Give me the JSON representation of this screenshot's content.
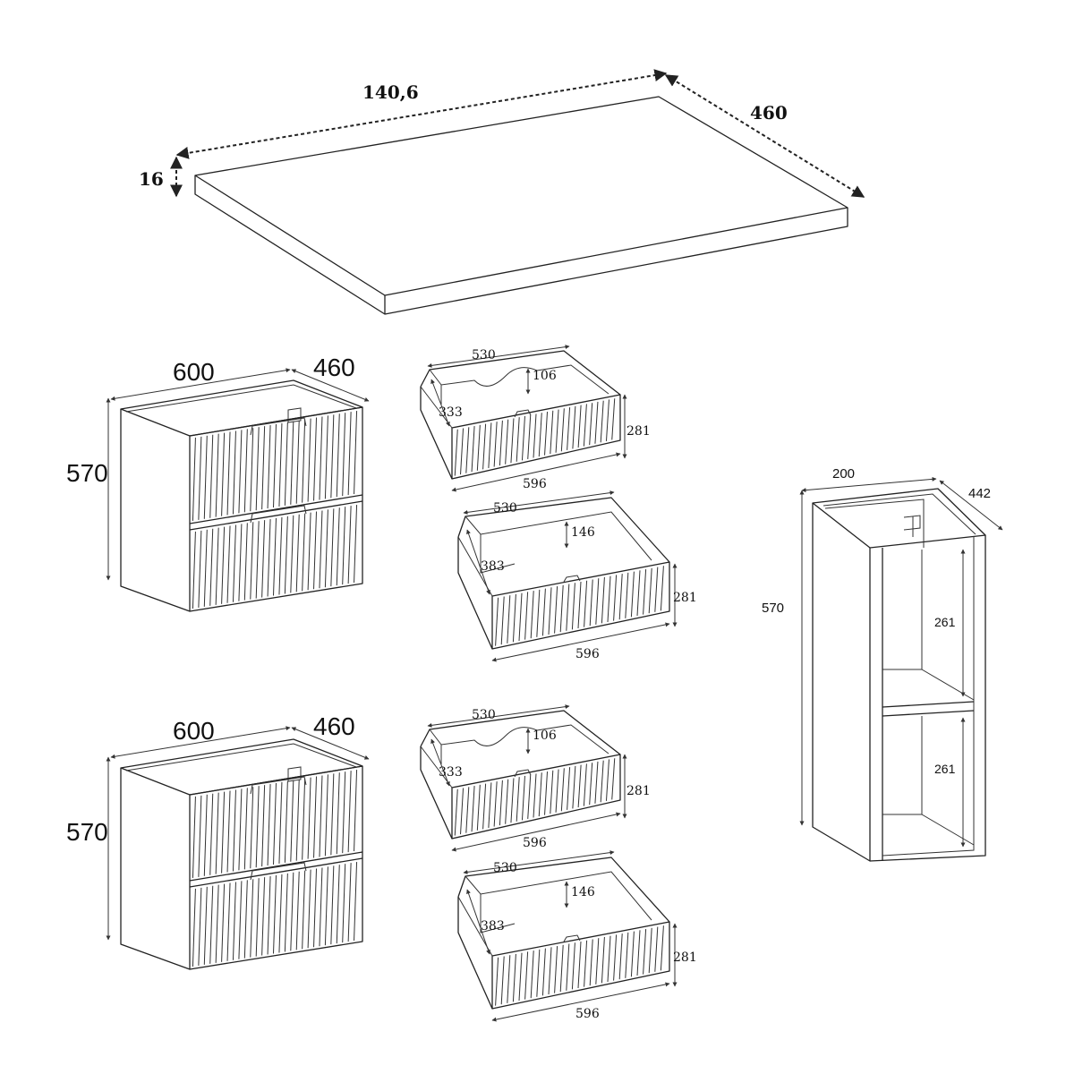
{
  "countertop": {
    "length_label": "140,6",
    "depth_label": "460",
    "thickness_label": "16"
  },
  "cabinet_top": {
    "width_label": "600",
    "depth_label": "460",
    "height_label": "570"
  },
  "cabinet_bottom": {
    "width_label": "600",
    "depth_label": "460",
    "height_label": "570"
  },
  "drawer_upper_1": {
    "inner_width_label": "530",
    "cutout_label": "106",
    "depth_label": "333",
    "front_height_label": "281",
    "front_width_label": "596"
  },
  "drawer_lower_1": {
    "inner_width_label": "530",
    "side_height_label": "146",
    "depth_label": "383",
    "front_height_label": "281",
    "front_width_label": "596"
  },
  "drawer_upper_2": {
    "inner_width_label": "530",
    "cutout_label": "106",
    "depth_label": "333",
    "front_height_label": "281",
    "front_width_label": "596"
  },
  "drawer_lower_2": {
    "inner_width_label": "530",
    "side_height_label": "146",
    "depth_label": "383",
    "front_height_label": "281",
    "front_width_label": "596"
  },
  "side_cabinet": {
    "width_label": "200",
    "depth_label": "442",
    "height_label": "570",
    "upper_shelf_label": "261",
    "lower_shelf_label": "261"
  }
}
